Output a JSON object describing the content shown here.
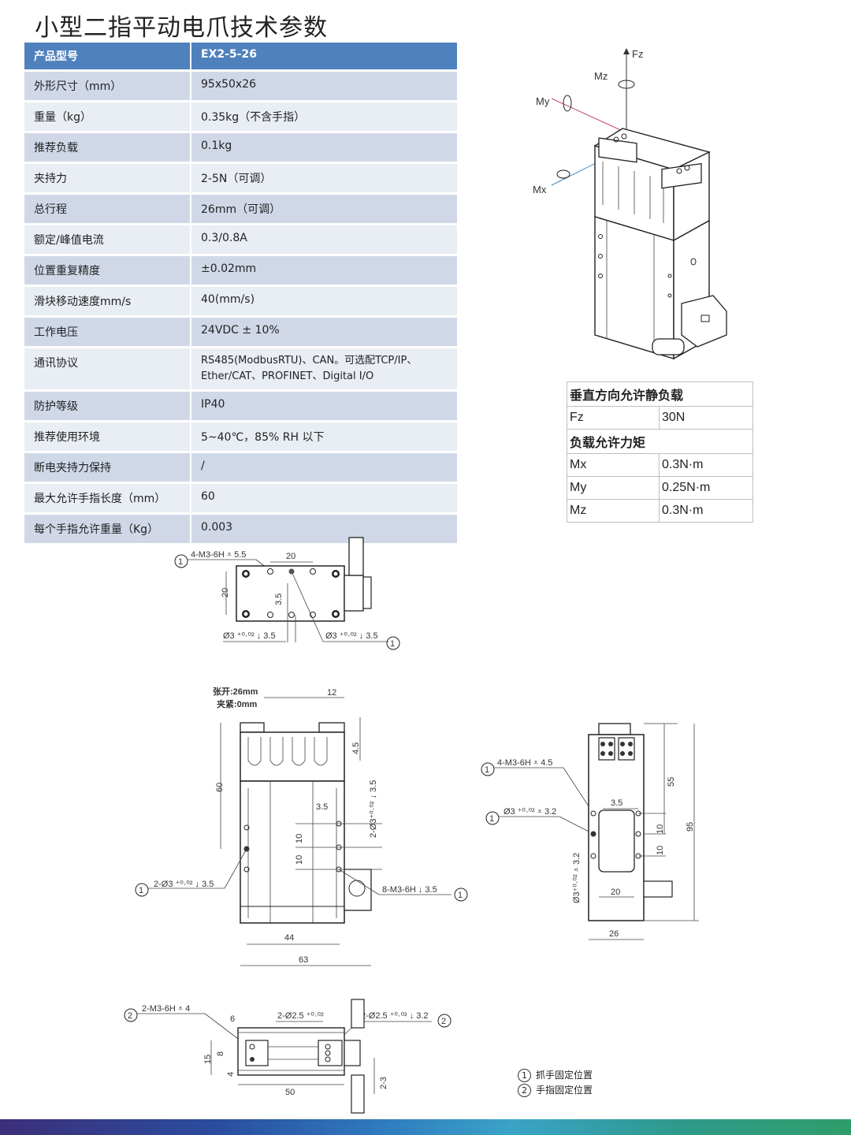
{
  "title": "小型二指平动电爪技术参数",
  "spec_table": {
    "rows": [
      {
        "key": "产品型号",
        "value": "EX2-5-26"
      },
      {
        "key": "外形尺寸（mm）",
        "value": "95x50x26"
      },
      {
        "key": "重量（kg）",
        "value": "0.35kg（不含手指）"
      },
      {
        "key": "推荐负载",
        "value": "0.1kg"
      },
      {
        "key": "夹持力",
        "value": "2-5N（可调）"
      },
      {
        "key": "总行程",
        "value": "26mm（可调）"
      },
      {
        "key": "额定/峰值电流",
        "value": "0.3/0.8A"
      },
      {
        "key": "位置重复精度",
        "value": "±0.02mm"
      },
      {
        "key": "滑块移动速度mm/s",
        "value": "40(mm/s)"
      },
      {
        "key": "工作电压",
        "value": "24VDC ± 10%"
      },
      {
        "key": "通讯协议",
        "value": "RS485(ModbusRTU)、CAN。可选配TCP/IP、",
        "value2": "Ether/CAT、PROFINET、Digital I/O"
      },
      {
        "key": "防护等级",
        "value": "IP40"
      },
      {
        "key": "推荐使用环境",
        "value": "5~40℃，85% RH 以下"
      },
      {
        "key": "断电夹持力保持",
        "value": "/"
      },
      {
        "key": "最大允许手指长度（mm）",
        "value": "60"
      },
      {
        "key": "每个手指允许重量（Kg）",
        "value": "0.003"
      }
    ]
  },
  "axes_labels": {
    "fz": "Fz",
    "mz": "Mz",
    "my": "My",
    "mx": "Mx"
  },
  "load_table": {
    "vertical_header": "垂直方向允许静负载",
    "fz_label": "Fz",
    "fz_value": "30N",
    "moment_header": "负载允许力矩",
    "mx_label": "Mx",
    "mx_value": "0.3N·m",
    "my_label": "My",
    "my_value": "0.25N·m",
    "mz_label": "Mz",
    "mz_value": "0.3N·m"
  },
  "drawing_top": {
    "callout1": "4-M3-6H ⩡ 5.5",
    "d20a": "20",
    "d20b": "20",
    "d35": "3.5",
    "hole_left": "Ø3 ⁺⁰·⁰² ↓ 3.5",
    "hole_right": "Ø3 ⁺⁰·⁰² ↓ 3.5",
    "n1": "1"
  },
  "drawing_front": {
    "open": "张开:26mm",
    "close": "夹紧:0mm",
    "d12": "12",
    "d45": "4.5",
    "d60": "60",
    "d35": "3.5",
    "d10a": "10",
    "d10b": "10",
    "side_note": "2-Ø3⁺⁰·⁰² ↓ 3.5",
    "callout_left": "2-Ø3 ⁺⁰·⁰² ↓ 3.5",
    "callout_right": "8-M3-6H ↓ 3.5",
    "d44": "44",
    "d63": "63"
  },
  "drawing_side": {
    "callout_a": "4-M3-6H ⩡ 4.5",
    "callout_b": "Ø3 ⁺⁰·⁰² ⩡ 3.2",
    "d35": "3.5",
    "d55": "55",
    "d95": "95",
    "d10a": "10",
    "d10b": "10",
    "d20": "20",
    "d26": "26",
    "vert_note": "Ø3⁺⁰·⁰² ⩡ 3.2"
  },
  "drawing_bottom": {
    "callout_a": "2-M3-6H ⩡ 4",
    "d6": "6",
    "callout_mid": "2-Ø2.5 ⁺⁰·⁰²",
    "callout_right": "2-Ø2.5 ⁺⁰·⁰² ↓ 3.2",
    "d15": "15",
    "d8": "8",
    "d4": "4",
    "d50": "50",
    "d23": "2-3",
    "n2": "2"
  },
  "legend": {
    "item1_num": "1",
    "item1": "抓手固定位置",
    "item2_num": "2",
    "item2": "手指固定位置"
  }
}
